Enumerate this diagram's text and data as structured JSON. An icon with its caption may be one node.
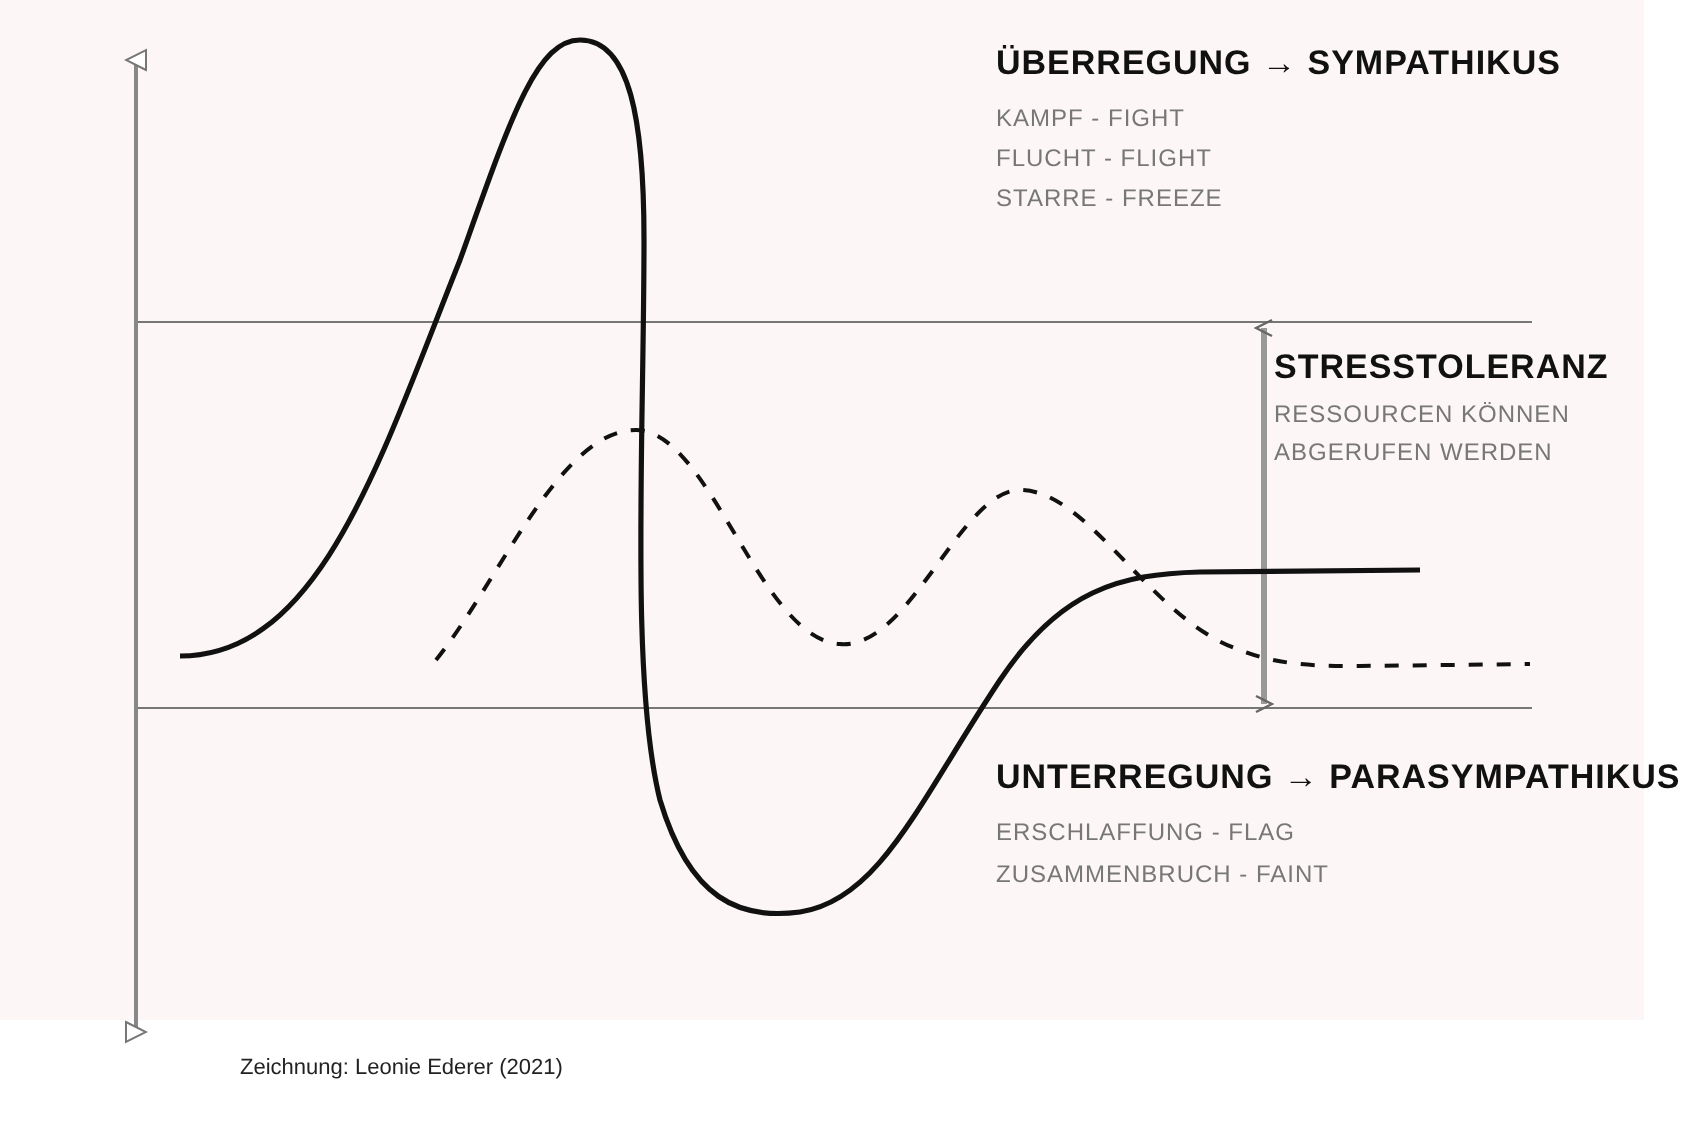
{
  "diagram": {
    "caption": "Zeichnung: Leonie Ederer (2021)",
    "labels": [
      "ÜBERREGUNG → SYMPATHIKUS",
      "KAMPF - FIGHT",
      "FLUCHT - FLIGHT",
      "STARRE - FREEZE",
      "STRESSTOLERANZ",
      "RESSOURCEN KÖNNEN ABGERUFEN WERDEN",
      "UNTERREGUNG → PARASYMPATHIKUS",
      "ERSCHLAFFUNG - FLAG",
      "ZUSAMMENBRUCH - FAINT"
    ]
  }
}
